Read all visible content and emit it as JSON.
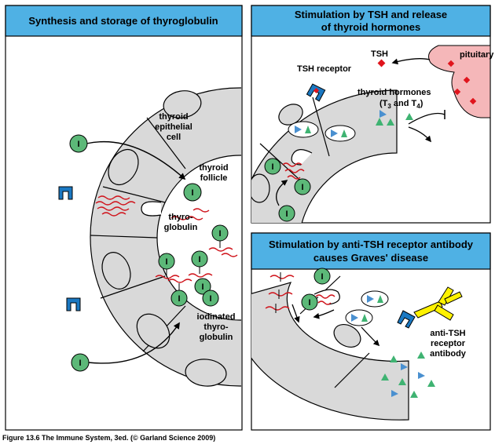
{
  "panels": {
    "left_title": "Synthesis and storage of thyroglobulin",
    "top_right_title_1": "Stimulation by TSH and release",
    "top_right_title_2": "of thyroid hormones",
    "bottom_right_title_1": "Stimulation by anti-TSH receptor antibody",
    "bottom_right_title_2": "causes Graves' disease"
  },
  "labels": {
    "thyroid_epithelial_cell_1": "thyroid",
    "thyroid_epithelial_cell_2": "epithelial",
    "thyroid_epithelial_cell_3": "cell",
    "thyroid_follicle_1": "thyroid",
    "thyroid_follicle_2": "follicle",
    "thyroglobulin_1": "thyro-",
    "thyroglobulin_2": "globulin",
    "iodinated_1": "iodinated",
    "iodinated_2": "thyro-",
    "iodinated_3": "globulin",
    "tsh": "TSH",
    "pituitary": "pituitary",
    "tsh_receptor": "TSH receptor",
    "thyroid_hormones_1": "thyroid hormones",
    "thyroid_hormones_2_pre": "(T",
    "thyroid_hormones_2_sub1": "3",
    "thyroid_hormones_2_mid": " and T",
    "thyroid_hormones_2_sub2": "4",
    "thyroid_hormones_2_post": ")",
    "anti_tsh_1": "anti-TSH",
    "anti_tsh_2": "receptor",
    "anti_tsh_3": "antibody",
    "iodide": "I"
  },
  "caption": "Figure 13.6 The Immune System, 3ed. (© Garland Science 2009)",
  "colors": {
    "header_blue": "#4fb1e4",
    "cell_gray": "#d9d9d9",
    "iodide_green": "#5cb878",
    "receptor_blue": "#1a78c2",
    "thyroglobulin_red": "#d0141c",
    "pituitary_pink": "#f5b7b9",
    "tsh_red": "#e0141c",
    "antibody_yellow": "#fff200",
    "hormone_blue": "#4a90d0",
    "hormone_green": "#3fb372"
  }
}
